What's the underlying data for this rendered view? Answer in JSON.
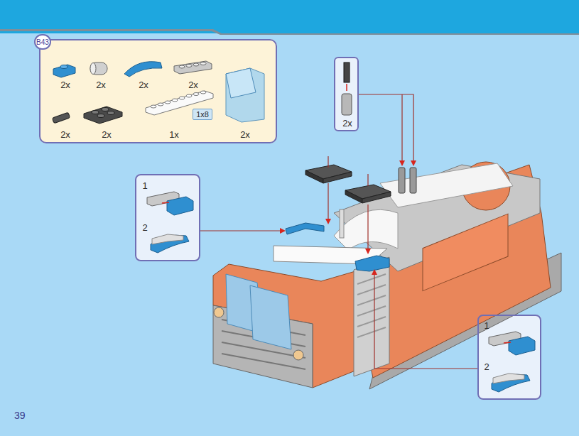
{
  "diagram": {
    "nodes": [
      {
        "text": [
          "2x",
          "2x",
          "2x",
          "2x",
          "2x",
          "2x",
          "1x",
          "2x"
        ]
      },
      {
        "text": [
          "B43"
        ],
        "in": 0
      },
      {
        "text": [
          "1x8"
        ],
        "in": 0
      },
      {
        "text": [
          "2x"
        ]
      },
      {
        "text": [
          "1",
          "2"
        ]
      },
      {
        "text": [
          "1",
          "2"
        ]
      }
    ],
    "labels": [
      "39"
    ]
  }
}
